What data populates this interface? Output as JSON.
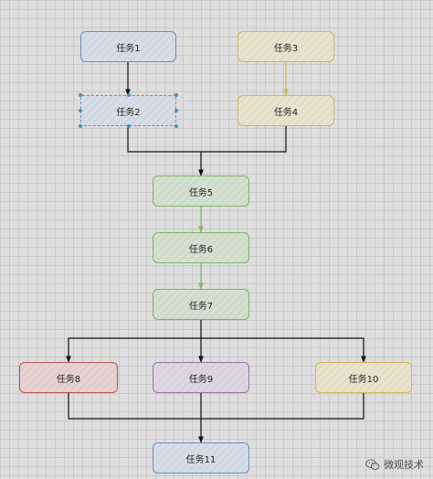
{
  "diagram": {
    "nodes": [
      {
        "id": "n1",
        "label": "任务1",
        "color": "#6c8ebf"
      },
      {
        "id": "n2",
        "label": "任务2",
        "color": "#6c8ebf"
      },
      {
        "id": "n3",
        "label": "任务3",
        "color": "#d6b656"
      },
      {
        "id": "n4",
        "label": "任务4",
        "color": "#d6b656"
      },
      {
        "id": "n5",
        "label": "任务5",
        "color": "#82b366"
      },
      {
        "id": "n6",
        "label": "任务6",
        "color": "#82b366"
      },
      {
        "id": "n7",
        "label": "任务7",
        "color": "#82b366"
      },
      {
        "id": "n8",
        "label": "任务8",
        "color": "#b85450"
      },
      {
        "id": "n9",
        "label": "任务9",
        "color": "#9673a6"
      },
      {
        "id": "n10",
        "label": "任务10",
        "color": "#d6b656"
      },
      {
        "id": "n11",
        "label": "任务11",
        "color": "#6c8ebf"
      }
    ],
    "edges": [
      {
        "from": "n1",
        "to": "n2"
      },
      {
        "from": "n3",
        "to": "n4"
      },
      {
        "from": "n2",
        "to": "n5"
      },
      {
        "from": "n4",
        "to": "n5"
      },
      {
        "from": "n5",
        "to": "n6"
      },
      {
        "from": "n6",
        "to": "n7"
      },
      {
        "from": "n7",
        "to": "n8"
      },
      {
        "from": "n7",
        "to": "n9"
      },
      {
        "from": "n7",
        "to": "n10"
      },
      {
        "from": "n8",
        "to": "n11"
      },
      {
        "from": "n9",
        "to": "n11"
      },
      {
        "from": "n10",
        "to": "n11"
      }
    ],
    "selected_node": "n2"
  },
  "watermark": {
    "text": "微观技术",
    "icon": "wechat-icon"
  }
}
